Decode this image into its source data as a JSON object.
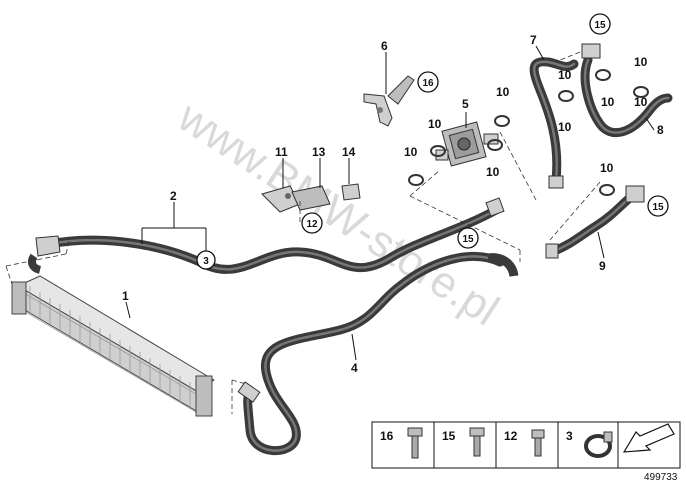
{
  "watermark": "www.BMW-store.pl",
  "callouts": {
    "c1": "1",
    "c2": "2",
    "c3": "3",
    "c4": "4",
    "c5": "5",
    "c6": "6",
    "c7": "7",
    "c8": "8",
    "c9": "9",
    "c11": "11",
    "c12": "12",
    "c13": "13",
    "c14": "14",
    "c15a": "15",
    "c15b": "15",
    "c15c": "15",
    "c16": "16",
    "c10a": "10",
    "c10b": "10",
    "c10c": "10",
    "c10d": "10",
    "c10e": "10",
    "c10f": "10",
    "c10g": "10",
    "c10h": "10",
    "c10i": "10",
    "c10j": "10"
  },
  "legend": {
    "cells": [
      {
        "label": "16",
        "icon": "bolt-icon"
      },
      {
        "label": "15",
        "icon": "bolt-icon"
      },
      {
        "label": "12",
        "icon": "bolt-icon"
      },
      {
        "label": "3",
        "icon": "hose-clamp-icon"
      },
      {
        "label": "",
        "icon": "arrow-icon"
      }
    ]
  },
  "diagram_number": "499733"
}
